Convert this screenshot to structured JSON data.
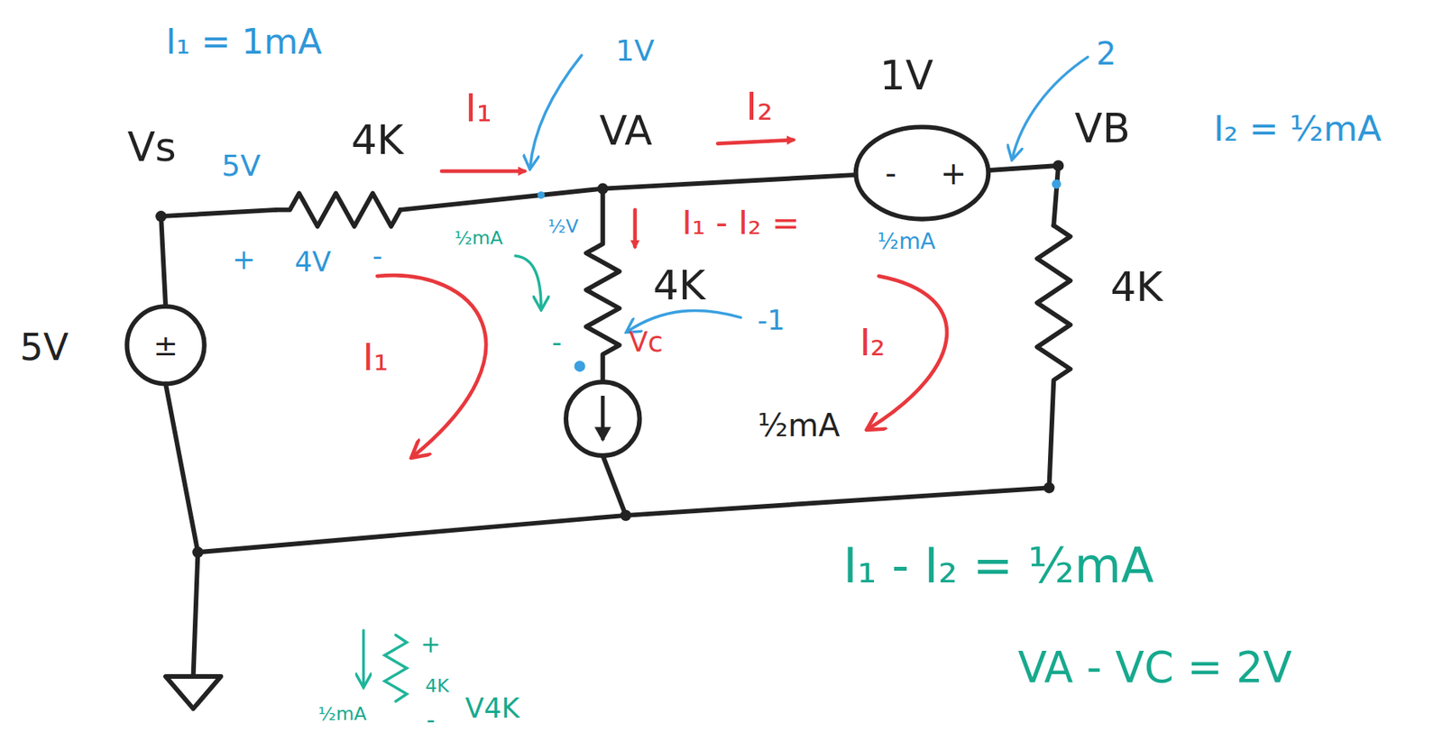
{
  "diagram": {
    "labels": [
      "I₁ = 1mA",
      "1V",
      "Vs",
      "5V",
      "4K",
      "I₁",
      "VA",
      "I₂",
      "1V",
      "2",
      "VB",
      "I₂ = ½mA",
      "-",
      "+",
      "+",
      "4V",
      "-",
      "½mA",
      "½V",
      "I₁ - I₂ =",
      "½mA",
      "4K",
      "-",
      "Vc",
      "-1",
      "4K",
      "I₁",
      "I₂",
      "5V",
      "±",
      "½mA",
      "I₁ - I₂ = ½mA",
      "VA - VC = 2V",
      "½mA",
      "+",
      "4K",
      "-",
      "V4K"
    ]
  }
}
